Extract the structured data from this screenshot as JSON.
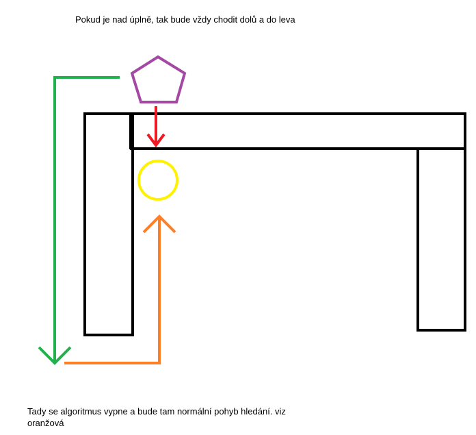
{
  "annotations": {
    "top_note": "Pokud je nad úplně, tak bude vždy chodit dolů a do leva",
    "bottom_note_line1": "Tady se algoritmus vypne a bude tam normální pohyb hledání. viz",
    "bottom_note_line2": "oranžová"
  },
  "colors": {
    "wall": "#000000",
    "green_path": "#22b14c",
    "orange_path": "#ff7f27",
    "red_arrow": "#ed1c24",
    "pentagon": "#a349a4",
    "circle": "#fff200"
  },
  "shapes": {
    "obstacle": "black-wall-outline",
    "start_marker": "purple-pentagon",
    "target_marker": "yellow-circle",
    "down_arrow": "red-arrow-down",
    "detour_path": "green-path-left-down",
    "search_path": "orange-path-right-up"
  }
}
